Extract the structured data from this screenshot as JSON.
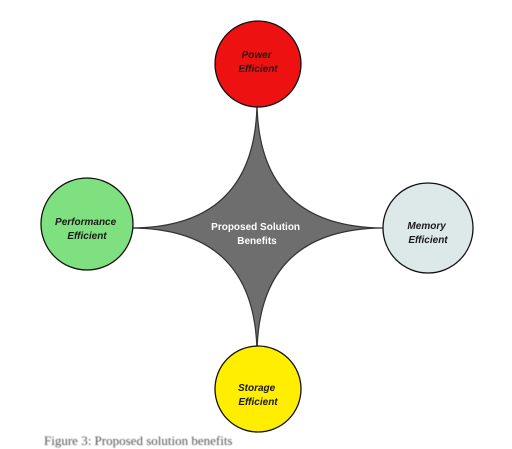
{
  "diagram": {
    "center": {
      "line1": "Proposed Solution",
      "line2": "Benefits"
    },
    "nodes": {
      "top": {
        "line1": "Power",
        "line2": "Efficient",
        "color": "#ee1111"
      },
      "right": {
        "line1": "Memory",
        "line2": "Efficient",
        "color": "#dde8e8"
      },
      "bottom": {
        "line1": "Storage",
        "line2": "Efficient",
        "color": "#ffee00"
      },
      "left": {
        "line1": "Performance",
        "line2": "Efficient",
        "color": "#7fe07f"
      }
    },
    "star_color": "#6e6e6e",
    "caption": "Figure 3: Proposed solution benefits"
  }
}
